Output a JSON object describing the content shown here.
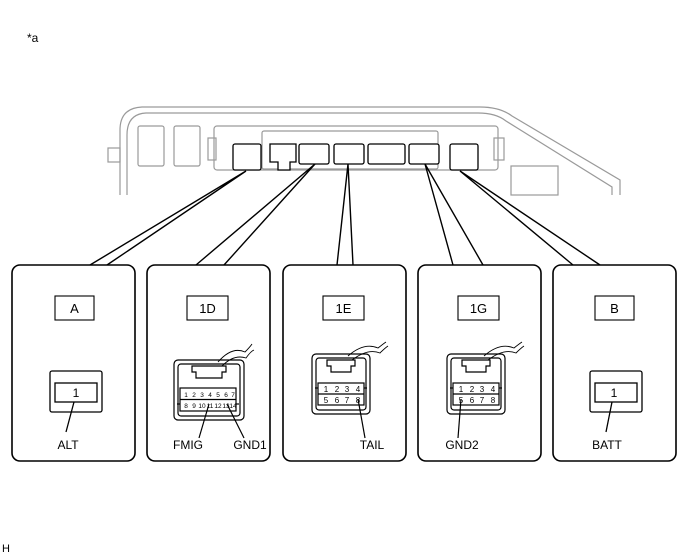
{
  "figure_mark": "*a",
  "footer_mark": "H",
  "connectors": [
    {
      "code": "A",
      "pins": [
        "1"
      ],
      "callouts": [
        {
          "label": "ALT"
        }
      ]
    },
    {
      "code": "1D",
      "pins": [
        "1",
        "2",
        "3",
        "4",
        "5",
        "6",
        "7",
        "8",
        "9",
        "10",
        "11",
        "12",
        "13",
        "14"
      ],
      "callouts": [
        {
          "label": "FMIG"
        },
        {
          "label": "GND1"
        }
      ]
    },
    {
      "code": "1E",
      "pins": [
        "1",
        "2",
        "3",
        "4",
        "5",
        "6",
        "7",
        "8"
      ],
      "callouts": [
        {
          "label": "TAIL"
        }
      ]
    },
    {
      "code": "1G",
      "pins": [
        "1",
        "2",
        "3",
        "4",
        "5",
        "6",
        "7",
        "8"
      ],
      "callouts": [
        {
          "label": "GND2"
        }
      ]
    },
    {
      "code": "B",
      "pins": [
        "1"
      ],
      "callouts": [
        {
          "label": "BATT"
        }
      ]
    }
  ],
  "colors": {
    "line": "#000000",
    "light_line": "#9a9a9a",
    "background": "#ffffff"
  }
}
